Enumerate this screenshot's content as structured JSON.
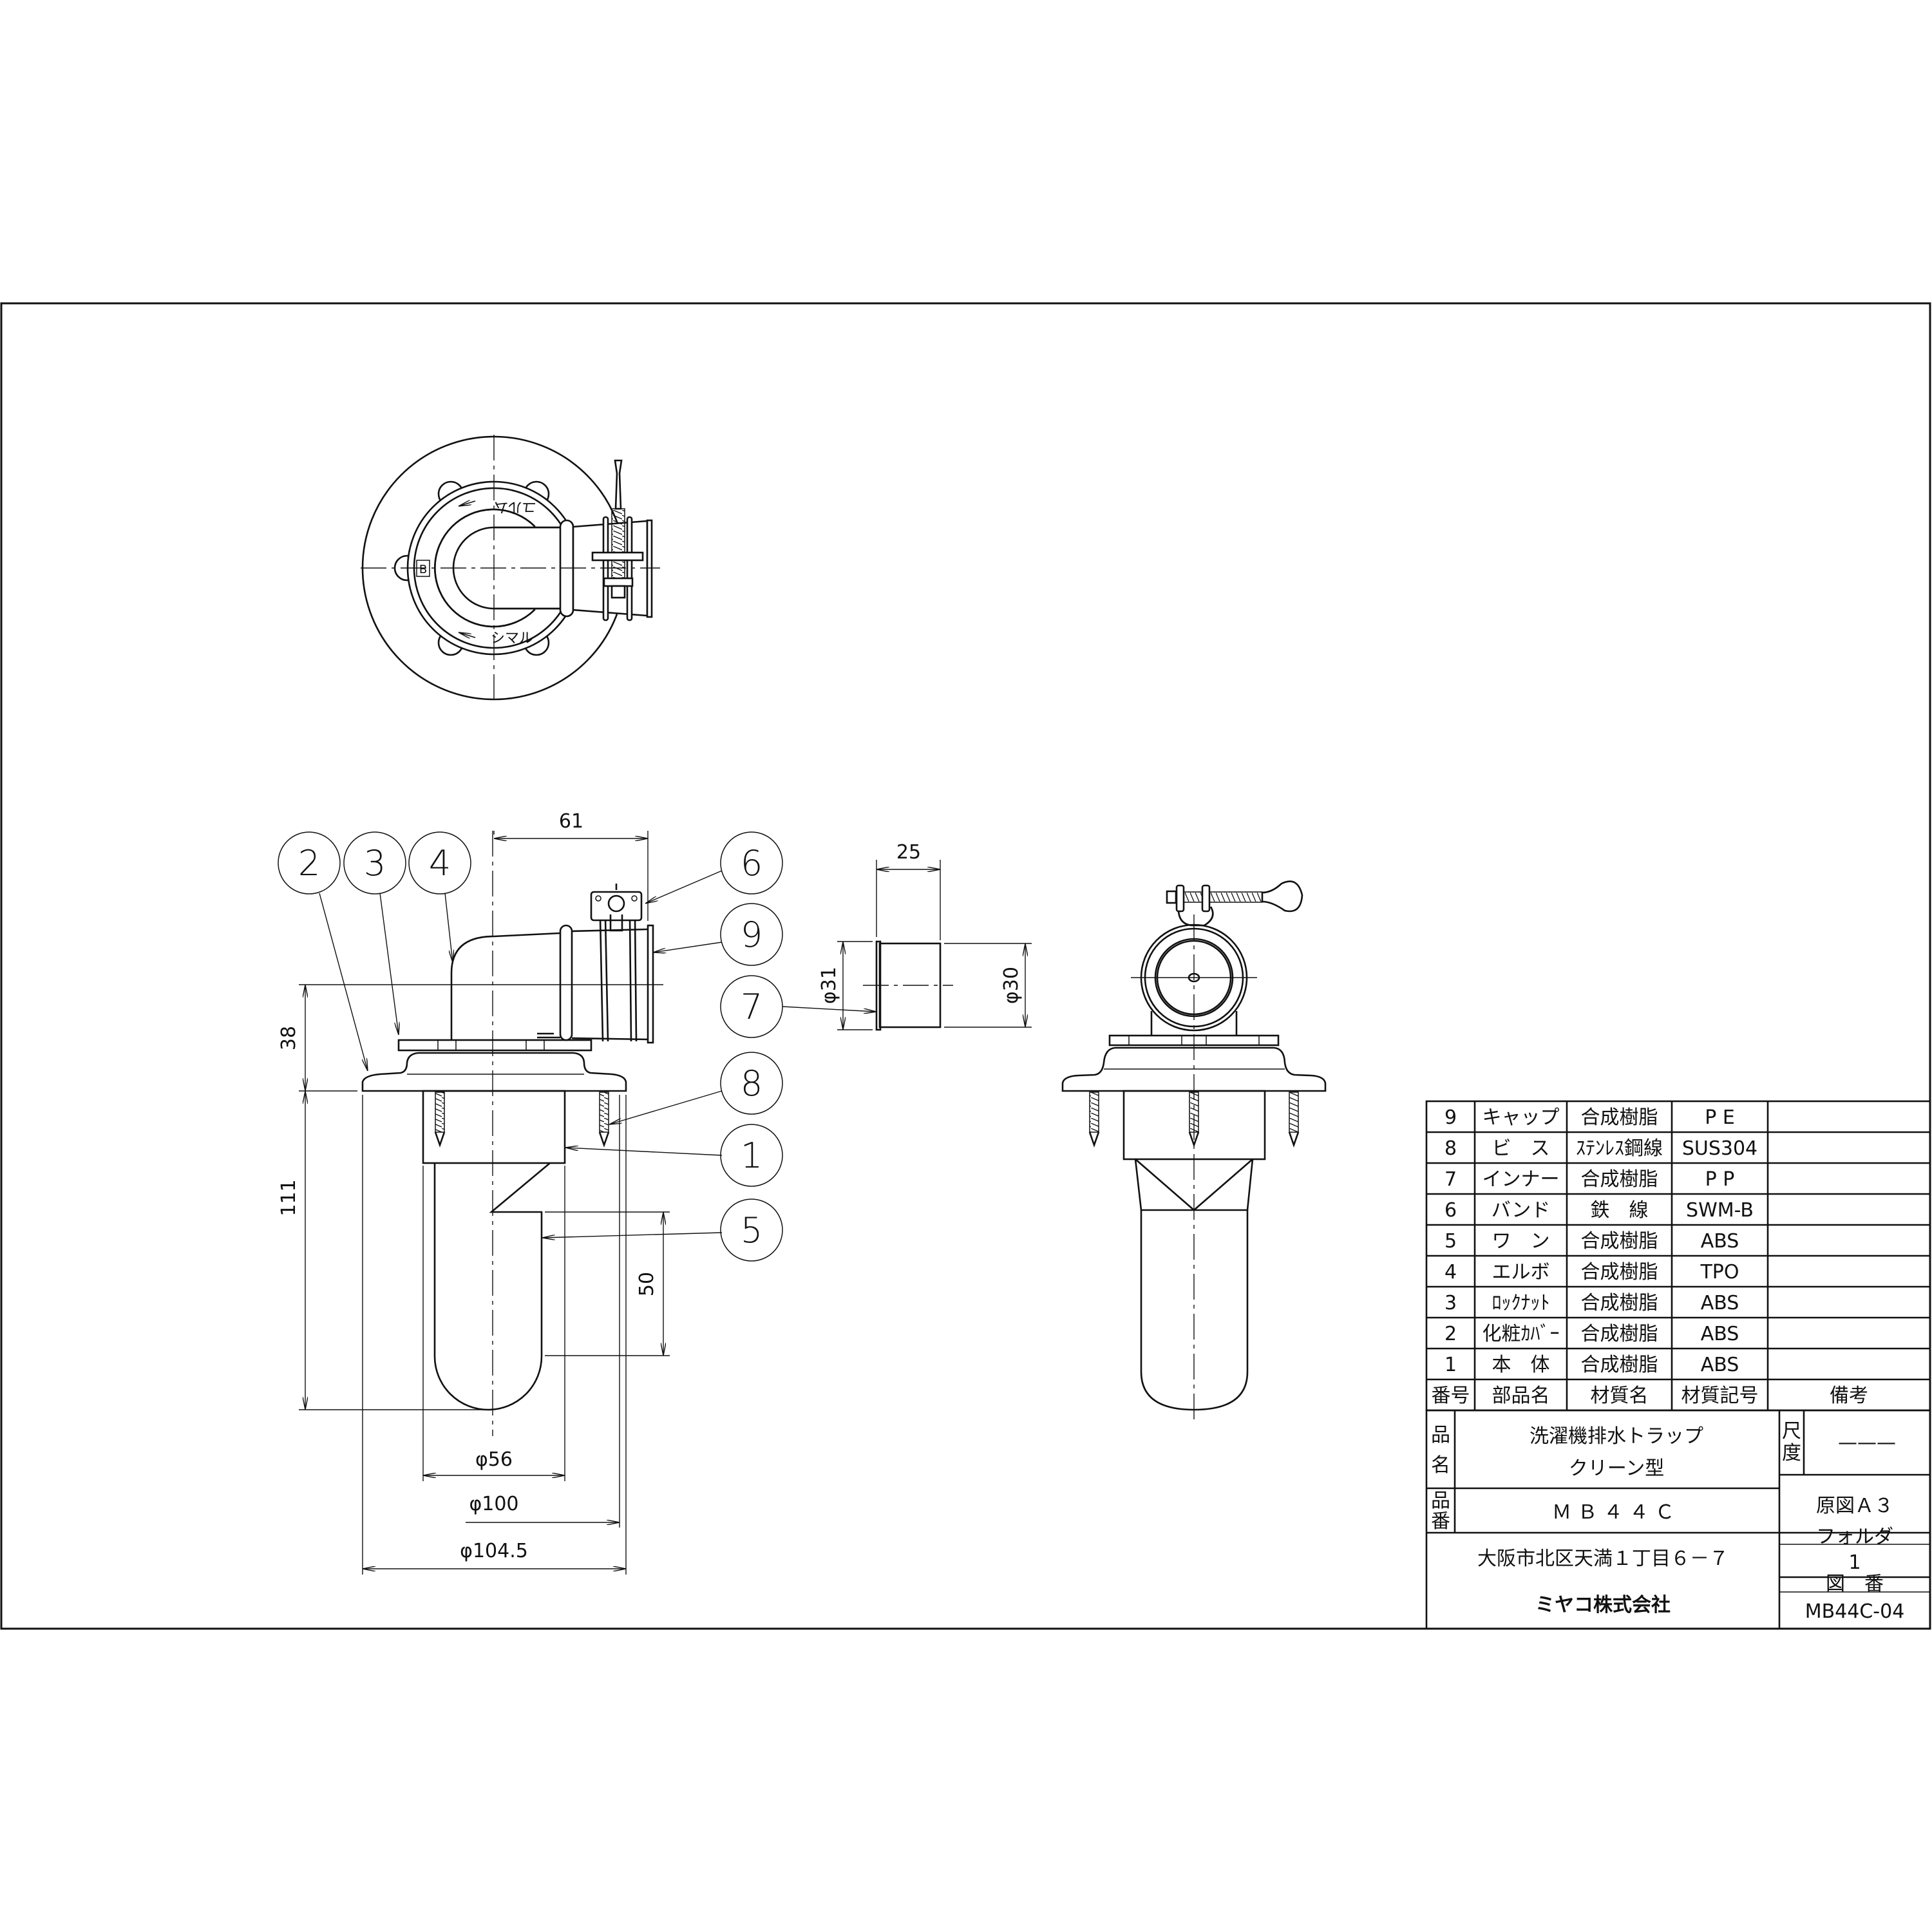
{
  "top_view": {
    "loosen_label": "ユルム",
    "tighten_label": "シマル"
  },
  "front_view": {
    "dimensions": {
      "d61": "61",
      "d38": "38",
      "d111": "111",
      "d50": "50",
      "d56": "φ56",
      "d100": "φ100",
      "d104": "φ104.5"
    },
    "balloons": {
      "b2": "2",
      "b3": "3",
      "b4": "4",
      "b6": "6",
      "b9": "9",
      "b7": "7",
      "b8": "8",
      "b1": "1",
      "b5": "5"
    }
  },
  "inner_detail": {
    "d25": "25",
    "d31": "φ31",
    "d30": "φ30"
  },
  "parts_table": {
    "headers": [
      "番号",
      "部品名",
      "材質名",
      "材質記号",
      "備考"
    ],
    "rows": [
      {
        "no": "9",
        "name": "キャップ",
        "material": "合成樹脂",
        "code": "P E",
        "remarks": ""
      },
      {
        "no": "8",
        "name": "ビ　ス",
        "material": "ｽﾃﾝﾚｽ鋼線",
        "code": "SUS304",
        "remarks": ""
      },
      {
        "no": "7",
        "name": "インナー",
        "material": "合成樹脂",
        "code": "P P",
        "remarks": ""
      },
      {
        "no": "6",
        "name": "バンド",
        "material": "鉄　線",
        "code": "SWM-B",
        "remarks": ""
      },
      {
        "no": "5",
        "name": "ワ　ン",
        "material": "合成樹脂",
        "code": "ABS",
        "remarks": ""
      },
      {
        "no": "4",
        "name": "エルボ",
        "material": "合成樹脂",
        "code": "TPO",
        "remarks": ""
      },
      {
        "no": "3",
        "name": "ﾛｯｸﾅｯﾄ",
        "material": "合成樹脂",
        "code": "ABS",
        "remarks": ""
      },
      {
        "no": "2",
        "name": "化粧ｶﾊﾞｰ",
        "material": "合成樹脂",
        "code": "ABS",
        "remarks": ""
      },
      {
        "no": "1",
        "name": "本　体",
        "material": "合成樹脂",
        "code": "ABS",
        "remarks": ""
      }
    ]
  },
  "title_block": {
    "product_name_label_1": "品",
    "product_name_label_2": "名",
    "product_name_line1": "洗濯機排水トラップ",
    "product_name_line2": "クリーン型",
    "product_no_label_1": "品",
    "product_no_label_2": "番",
    "product_no": "ＭＢ４４Ｃ",
    "scale_label_1": "尺",
    "scale_label_2": "度",
    "scale_value": "———",
    "original_size": "原図Ａ３",
    "address": "大阪市北区天満１丁目６－７",
    "company": "ミヤコ株式会社",
    "folder_label": "フォルダ",
    "folder_value": "1",
    "drawing_no_label": "図　番",
    "drawing_no": "MB44C-04"
  }
}
